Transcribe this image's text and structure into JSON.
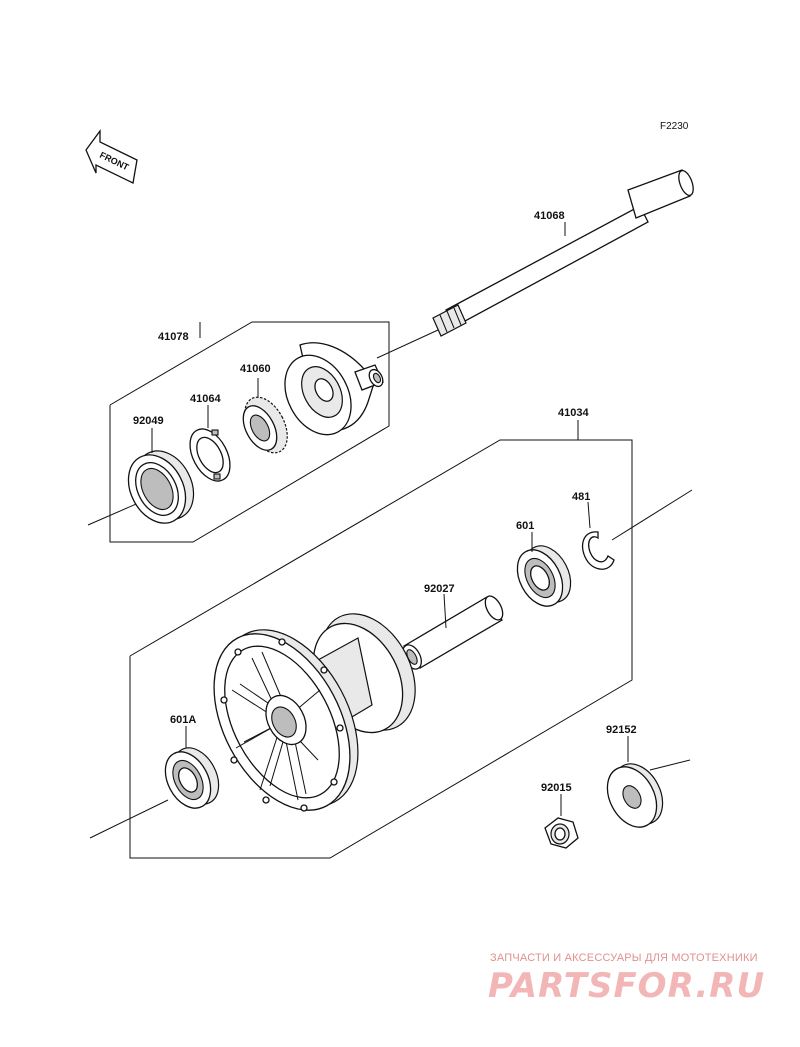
{
  "diagram": {
    "code": "F2230",
    "front_label": "FRONT",
    "parts": {
      "axle": "41068",
      "hub_assy": "41078",
      "gear": "41060",
      "plate": "41064",
      "seal": "92049",
      "hub": "41034",
      "circlip": "481",
      "bearing_right": "601",
      "spacer": "92027",
      "bearing_left": "601A",
      "collar": "92152",
      "nut": "92015"
    }
  },
  "watermark": {
    "tagline": "ЗАПЧАСТИ И АКСЕССУАРЫ ДЛЯ МОТОТЕХНИКИ",
    "logo": "PARTSFOR.RU",
    "color": "#f2b6b6"
  }
}
